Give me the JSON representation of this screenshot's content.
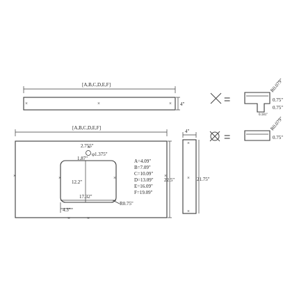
{
  "labels": {
    "top_length": "[A,B,C,D,E,F]",
    "top_height": "4\"",
    "main_length": "[A,B,C,D,E,F]",
    "main_depth": "22.5\"",
    "sink_top_offset": "2.755\"",
    "faucet_hole": "φ1.375\"",
    "faucet_to_sink": "1.87\"",
    "sink_depth": "12.2\"",
    "sink_width": "17.32\"",
    "sink_corner": "R0.75\"",
    "sink_left_offset": "4.3\"",
    "side_width": "4\"",
    "side_length": "21.75\"",
    "detail_radius_1": "R0.079\"",
    "detail_thickness_1": "0.75\"",
    "detail_thickness_2": "0.75\"",
    "detail_small": "0.181\"",
    "detail_radius_2": "R0.079\"",
    "detail_thickness_3": "0.75\"",
    "equals_1": "=",
    "equals_2": "="
  },
  "size_table": [
    "A=4.09\"",
    "B=7.09\"",
    "C=10.09\"",
    "D=13.09\"",
    "E=16.09\"",
    "F=19.09\""
  ]
}
